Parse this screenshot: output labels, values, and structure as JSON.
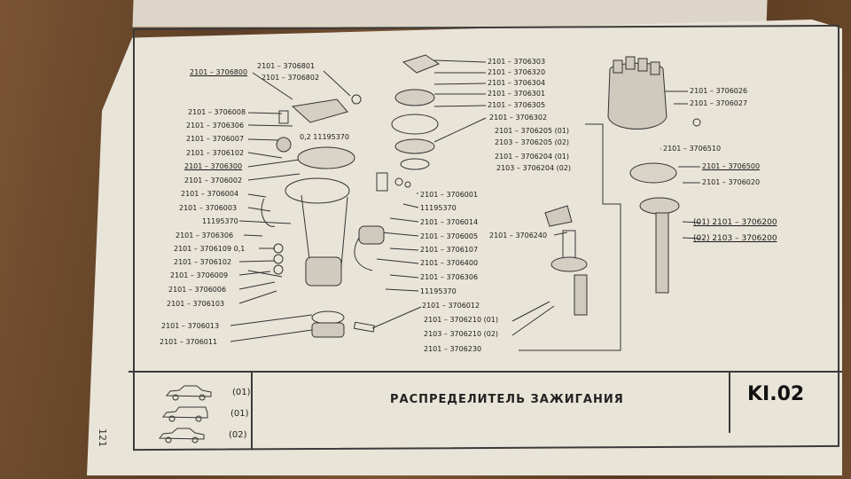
{
  "title": "РАСПРЕДЕЛИТЕЛЬ ЗАЖИГАНИЯ",
  "section_code": "KI.02",
  "page_number": "121",
  "vehicles": [
    {
      "variant": "(01)",
      "icon": "sedan-icon"
    },
    {
      "variant": "(01)",
      "icon": "wagon-icon"
    },
    {
      "variant": "(02)",
      "icon": "sedan-icon"
    }
  ],
  "labels": {
    "l01": "2101 – 3706800",
    "l02": "2101 – 3706801",
    "l03": "2101 – 3706802",
    "l04": "2101 – 3706008",
    "l05": "2101 – 3706306",
    "l06": "2101 – 3706007",
    "l07": "0,2  11195370",
    "l08": "2101 – 3706102",
    "l09": "2101 – 3706300",
    "l10": "2101 – 3706002",
    "l11": "2101 – 3706004",
    "l12": "2101 – 3706003",
    "l13": "11195370",
    "l14": "2101 – 3706306",
    "l15": "2101 – 3706109  0,1",
    "l16": "2101 – 3706102",
    "l17": "2101 – 3706009",
    "l18": "2101 – 3706006",
    "l19": "2101 – 3706103",
    "l20": "2101 – 3706013",
    "l21": "2101 – 3706011",
    "l22": "2101 – 3706303",
    "l23": "2101 – 3706320",
    "l24": "2101 – 3706304",
    "l25": "2101 – 3706301",
    "l26": "2101 – 3706305",
    "l27": "2101 – 3706302",
    "l28": "2101 – 3706205 (01)",
    "l29": "2103 – 3706205 (02)",
    "l30": "2101 – 3706204 (01)",
    "l31": "2103 – 3706204 (02)",
    "l32": "2101 – 3706001",
    "l33": "11195370",
    "l34": "2101 – 3706014",
    "l35": "2101 – 3706005",
    "l36": "2101 – 3706107",
    "l37": "2101 – 3706400",
    "l38": "2101 – 3706306",
    "l39": "11195370",
    "l40": "2101 – 3706012",
    "l41": "2101 – 3706210 (01)",
    "l42": "2103 – 3706210 (02)",
    "l43": "2101 – 3706230",
    "l44": "2101 – 3706240",
    "l45": "2101 – 3706026",
    "l46": "2101 – 3706027",
    "l47": "2101 – 3706510",
    "l48": "2101 – 3706500",
    "l49": "2101 – 3706020",
    "l50": "(01)  2101 – 3706200",
    "l51": "(02)  2103 – 3706200"
  }
}
